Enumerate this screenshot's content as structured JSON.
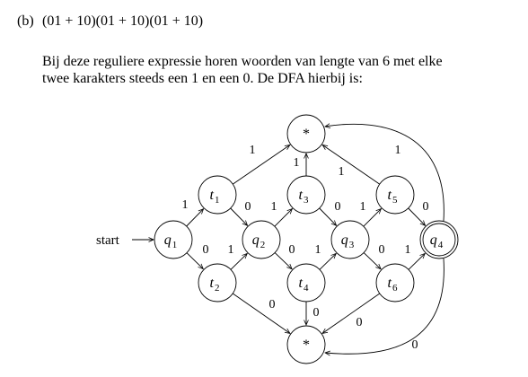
{
  "header": {
    "part_label": "(b)",
    "regex": "(01 + 10)(01 + 10)(01 + 10)"
  },
  "body": {
    "line1": "Bij deze reguliere expressie horen woorden van lengte van 6 met elke",
    "line2": "twee karakters steeds een 1 en een 0. De DFA hierbij is:"
  },
  "diagram": {
    "start_label": "start",
    "states": [
      {
        "id": "q1",
        "label": "q",
        "sub": "1",
        "accepting": false
      },
      {
        "id": "t1",
        "label": "t",
        "sub": "1",
        "accepting": false
      },
      {
        "id": "t2",
        "label": "t",
        "sub": "2",
        "accepting": false
      },
      {
        "id": "q2",
        "label": "q",
        "sub": "2",
        "accepting": false
      },
      {
        "id": "t3",
        "label": "t",
        "sub": "3",
        "accepting": false
      },
      {
        "id": "t4",
        "label": "t",
        "sub": "4",
        "accepting": false
      },
      {
        "id": "q3",
        "label": "q",
        "sub": "3",
        "accepting": false
      },
      {
        "id": "t5",
        "label": "t",
        "sub": "5",
        "accepting": false
      },
      {
        "id": "t6",
        "label": "t",
        "sub": "6",
        "accepting": false
      },
      {
        "id": "q4",
        "label": "q",
        "sub": "4",
        "accepting": true
      },
      {
        "id": "trapTop",
        "label": "*",
        "sub": "",
        "accepting": false
      },
      {
        "id": "trapBot",
        "label": "*",
        "sub": "",
        "accepting": false
      }
    ],
    "transitions": [
      {
        "id": "q1-t1",
        "label": "1"
      },
      {
        "id": "q1-t2",
        "label": "0"
      },
      {
        "id": "t1-q2",
        "label": "0"
      },
      {
        "id": "t2-q2",
        "label": "1"
      },
      {
        "id": "t1-trapTop",
        "label": "1"
      },
      {
        "id": "t2-trapBot",
        "label": "0"
      },
      {
        "id": "q2-t3",
        "label": "1"
      },
      {
        "id": "q2-t4",
        "label": "0"
      },
      {
        "id": "t3-trapTop",
        "label": "1"
      },
      {
        "id": "t4-trapBot",
        "label": "0"
      },
      {
        "id": "t3-q3",
        "label": "0"
      },
      {
        "id": "t4-q3",
        "label": "1"
      },
      {
        "id": "q3-t5",
        "label": "1"
      },
      {
        "id": "q3-t6",
        "label": "0"
      },
      {
        "id": "t5-trapTop",
        "label": "1"
      },
      {
        "id": "t6-trapBot",
        "label": "0"
      },
      {
        "id": "t5-q4",
        "label": "0"
      },
      {
        "id": "t6-q4",
        "label": "1"
      },
      {
        "id": "q4-trapTop",
        "label": "1"
      },
      {
        "id": "q4-trapBot",
        "label": "0"
      }
    ]
  }
}
